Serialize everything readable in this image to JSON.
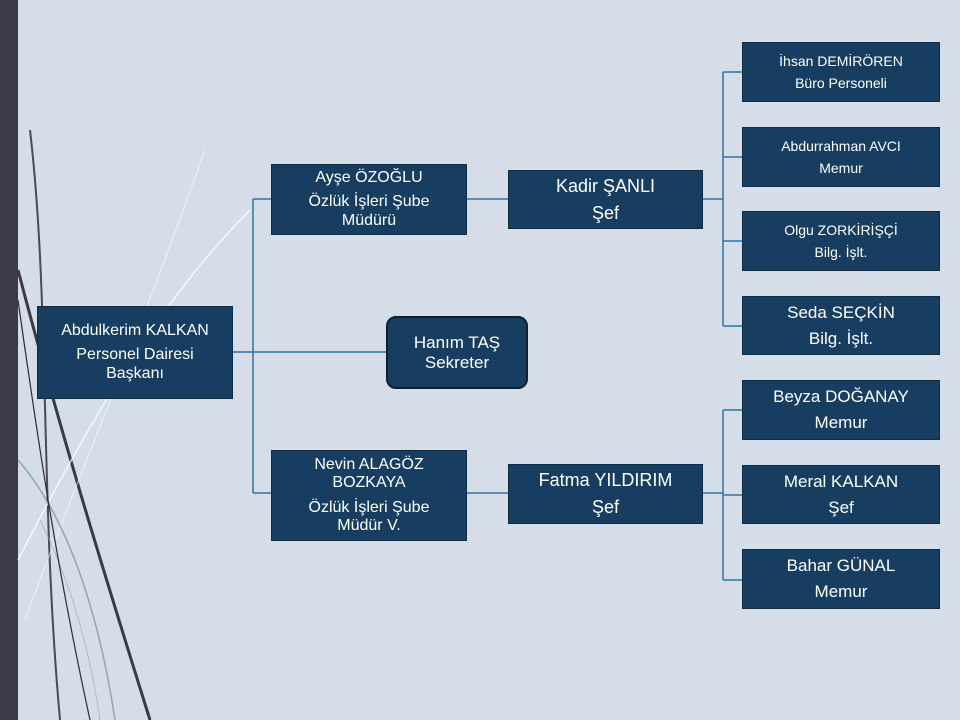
{
  "colors": {
    "background": "#d4dde8",
    "node_fill": "#173e60",
    "connector": "#2e75a5",
    "sidebar": "#3b3a46"
  },
  "head": {
    "name": "Abdulkerim KALKAN",
    "title": "Personel Dairesi Başkanı"
  },
  "manager1": {
    "name": "Ayşe ÖZOĞLU",
    "title": "Özlük İşleri Şube Müdürü"
  },
  "secretary": {
    "name": "Hanım TAŞ",
    "title": "Sekreter"
  },
  "manager2": {
    "name": "Nevin ALAGÖZ BOZKAYA",
    "title": "Özlük İşleri Şube Müdür V."
  },
  "chief1": {
    "name": "Kadir ŞANLI",
    "title": "Şef"
  },
  "chief2": {
    "name": "Fatma YILDIRIM",
    "title": "Şef"
  },
  "staff1": [
    {
      "name": "İhsan  DEMİRÖREN",
      "title": "Büro Personeli"
    },
    {
      "name": "Abdurrahman  AVCI",
      "title": "Memur"
    },
    {
      "name": "Olgu ZORKİRİŞÇİ",
      "title": "Bilg. İşlt."
    },
    {
      "name": "Seda SEÇKİN",
      "title": "Bilg. İşlt."
    }
  ],
  "staff2": [
    {
      "name": "Beyza  DOĞANAY",
      "title": "Memur"
    },
    {
      "name": "Meral KALKAN",
      "title": "Şef"
    },
    {
      "name": "Bahar GÜNAL",
      "title": "Memur"
    }
  ]
}
